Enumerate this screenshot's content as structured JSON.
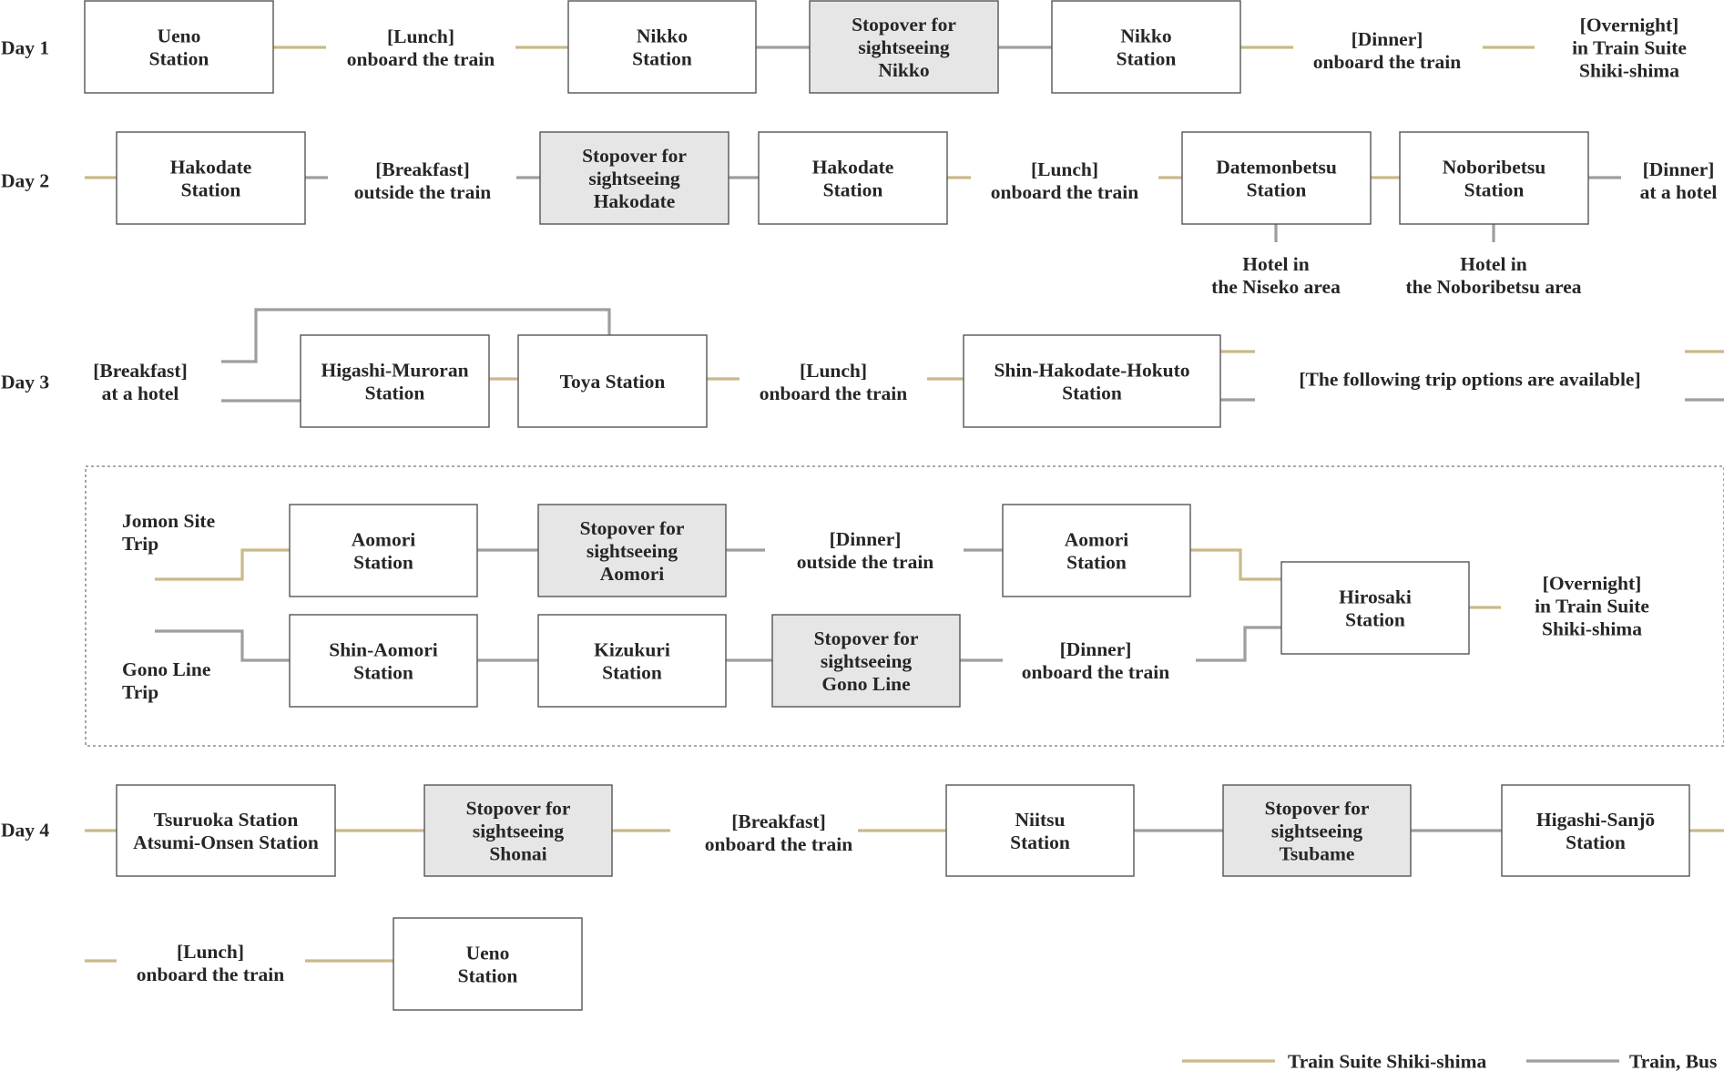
{
  "colors": {
    "shiki": "#c9b98a",
    "train": "#9e9e9e",
    "box_border": "#555555",
    "box_fill": "#ffffff",
    "stopover_fill": "#e6e6e6",
    "text": "#262626",
    "dotted_border": "#777777"
  },
  "days": {
    "d1": "Day 1",
    "d2": "Day 2",
    "d3": "Day 3",
    "d4": "Day 4"
  },
  "nodes": {
    "d1_ueno": [
      "Ueno",
      "Station"
    ],
    "d1_lunch": [
      "[Lunch]",
      "onboard the train"
    ],
    "d1_nikko1": [
      "Nikko",
      "Station"
    ],
    "d1_stop_nikko": [
      "Stopover for",
      "sightseeing",
      "Nikko"
    ],
    "d1_nikko2": [
      "Nikko",
      "Station"
    ],
    "d1_dinner": [
      "[Dinner]",
      "onboard the train"
    ],
    "d1_overnight": [
      "[Overnight]",
      "in Train Suite",
      "Shiki-shima"
    ],
    "d2_hakodate1": [
      "Hakodate",
      "Station"
    ],
    "d2_breakfast": [
      "[Breakfast]",
      "outside the train"
    ],
    "d2_stop_hakodate": [
      "Stopover for",
      "sightseeing",
      "Hakodate"
    ],
    "d2_hakodate2": [
      "Hakodate",
      "Station"
    ],
    "d2_lunch": [
      "[Lunch]",
      "onboard the train"
    ],
    "d2_datemonbetsu": [
      "Datemonbetsu",
      "Station"
    ],
    "d2_noboribetsu": [
      "Noboribetsu",
      "Station"
    ],
    "d2_dinner": [
      "[Dinner]",
      "at a hotel"
    ],
    "d2_hotel_niseko": [
      "Hotel in",
      "the Niseko area"
    ],
    "d2_hotel_noboribetsu": [
      "Hotel in",
      "the Noboribetsu area"
    ],
    "d3_breakfast": [
      "[Breakfast]",
      "at a hotel"
    ],
    "d3_higashi_muroran": [
      "Higashi-Muroran",
      "Station"
    ],
    "d3_toya": [
      "Toya Station"
    ],
    "d3_lunch": [
      "[Lunch]",
      "onboard the train"
    ],
    "d3_shin_hakodate": [
      "Shin-Hakodate-Hokuto",
      "Station"
    ],
    "d3_options": [
      "[The following trip options are available]"
    ],
    "opt_jomon_label": [
      "Jomon Site",
      "Trip"
    ],
    "opt_gono_label": [
      "Gono Line",
      "Trip"
    ],
    "opt_aomori1": [
      "Aomori",
      "Station"
    ],
    "opt_stop_aomori": [
      "Stopover for",
      "sightseeing",
      "Aomori"
    ],
    "opt_dinner_out": [
      "[Dinner]",
      "outside the train"
    ],
    "opt_aomori2": [
      "Aomori",
      "Station"
    ],
    "opt_shin_aomori": [
      "Shin-Aomori",
      "Station"
    ],
    "opt_kizukuri": [
      "Kizukuri",
      "Station"
    ],
    "opt_stop_gono": [
      "Stopover for",
      "sightseeing",
      "Gono Line"
    ],
    "opt_dinner_on": [
      "[Dinner]",
      "onboard the train"
    ],
    "opt_hirosaki": [
      "Hirosaki",
      "Station"
    ],
    "opt_overnight": [
      "[Overnight]",
      "in Train Suite",
      "Shiki-shima"
    ],
    "d4_tsuruoka": [
      "Tsuruoka Station",
      "Atsumi-Onsen Station"
    ],
    "d4_stop_shonai": [
      "Stopover for",
      "sightseeing",
      "Shonai"
    ],
    "d4_breakfast": [
      "[Breakfast]",
      "onboard the train"
    ],
    "d4_niitsu": [
      "Niitsu",
      "Station"
    ],
    "d4_stop_tsubame": [
      "Stopover for",
      "sightseeing",
      "Tsubame"
    ],
    "d4_higashi_sanjo": [
      "Higashi-Sanjō",
      "Station"
    ],
    "d4_lunch": [
      "[Lunch]",
      "onboard the train"
    ],
    "d4_ueno": [
      "Ueno",
      "Station"
    ]
  },
  "legend": {
    "shiki_label": "Train Suite Shiki-shima",
    "train_label": "Train, Bus"
  }
}
